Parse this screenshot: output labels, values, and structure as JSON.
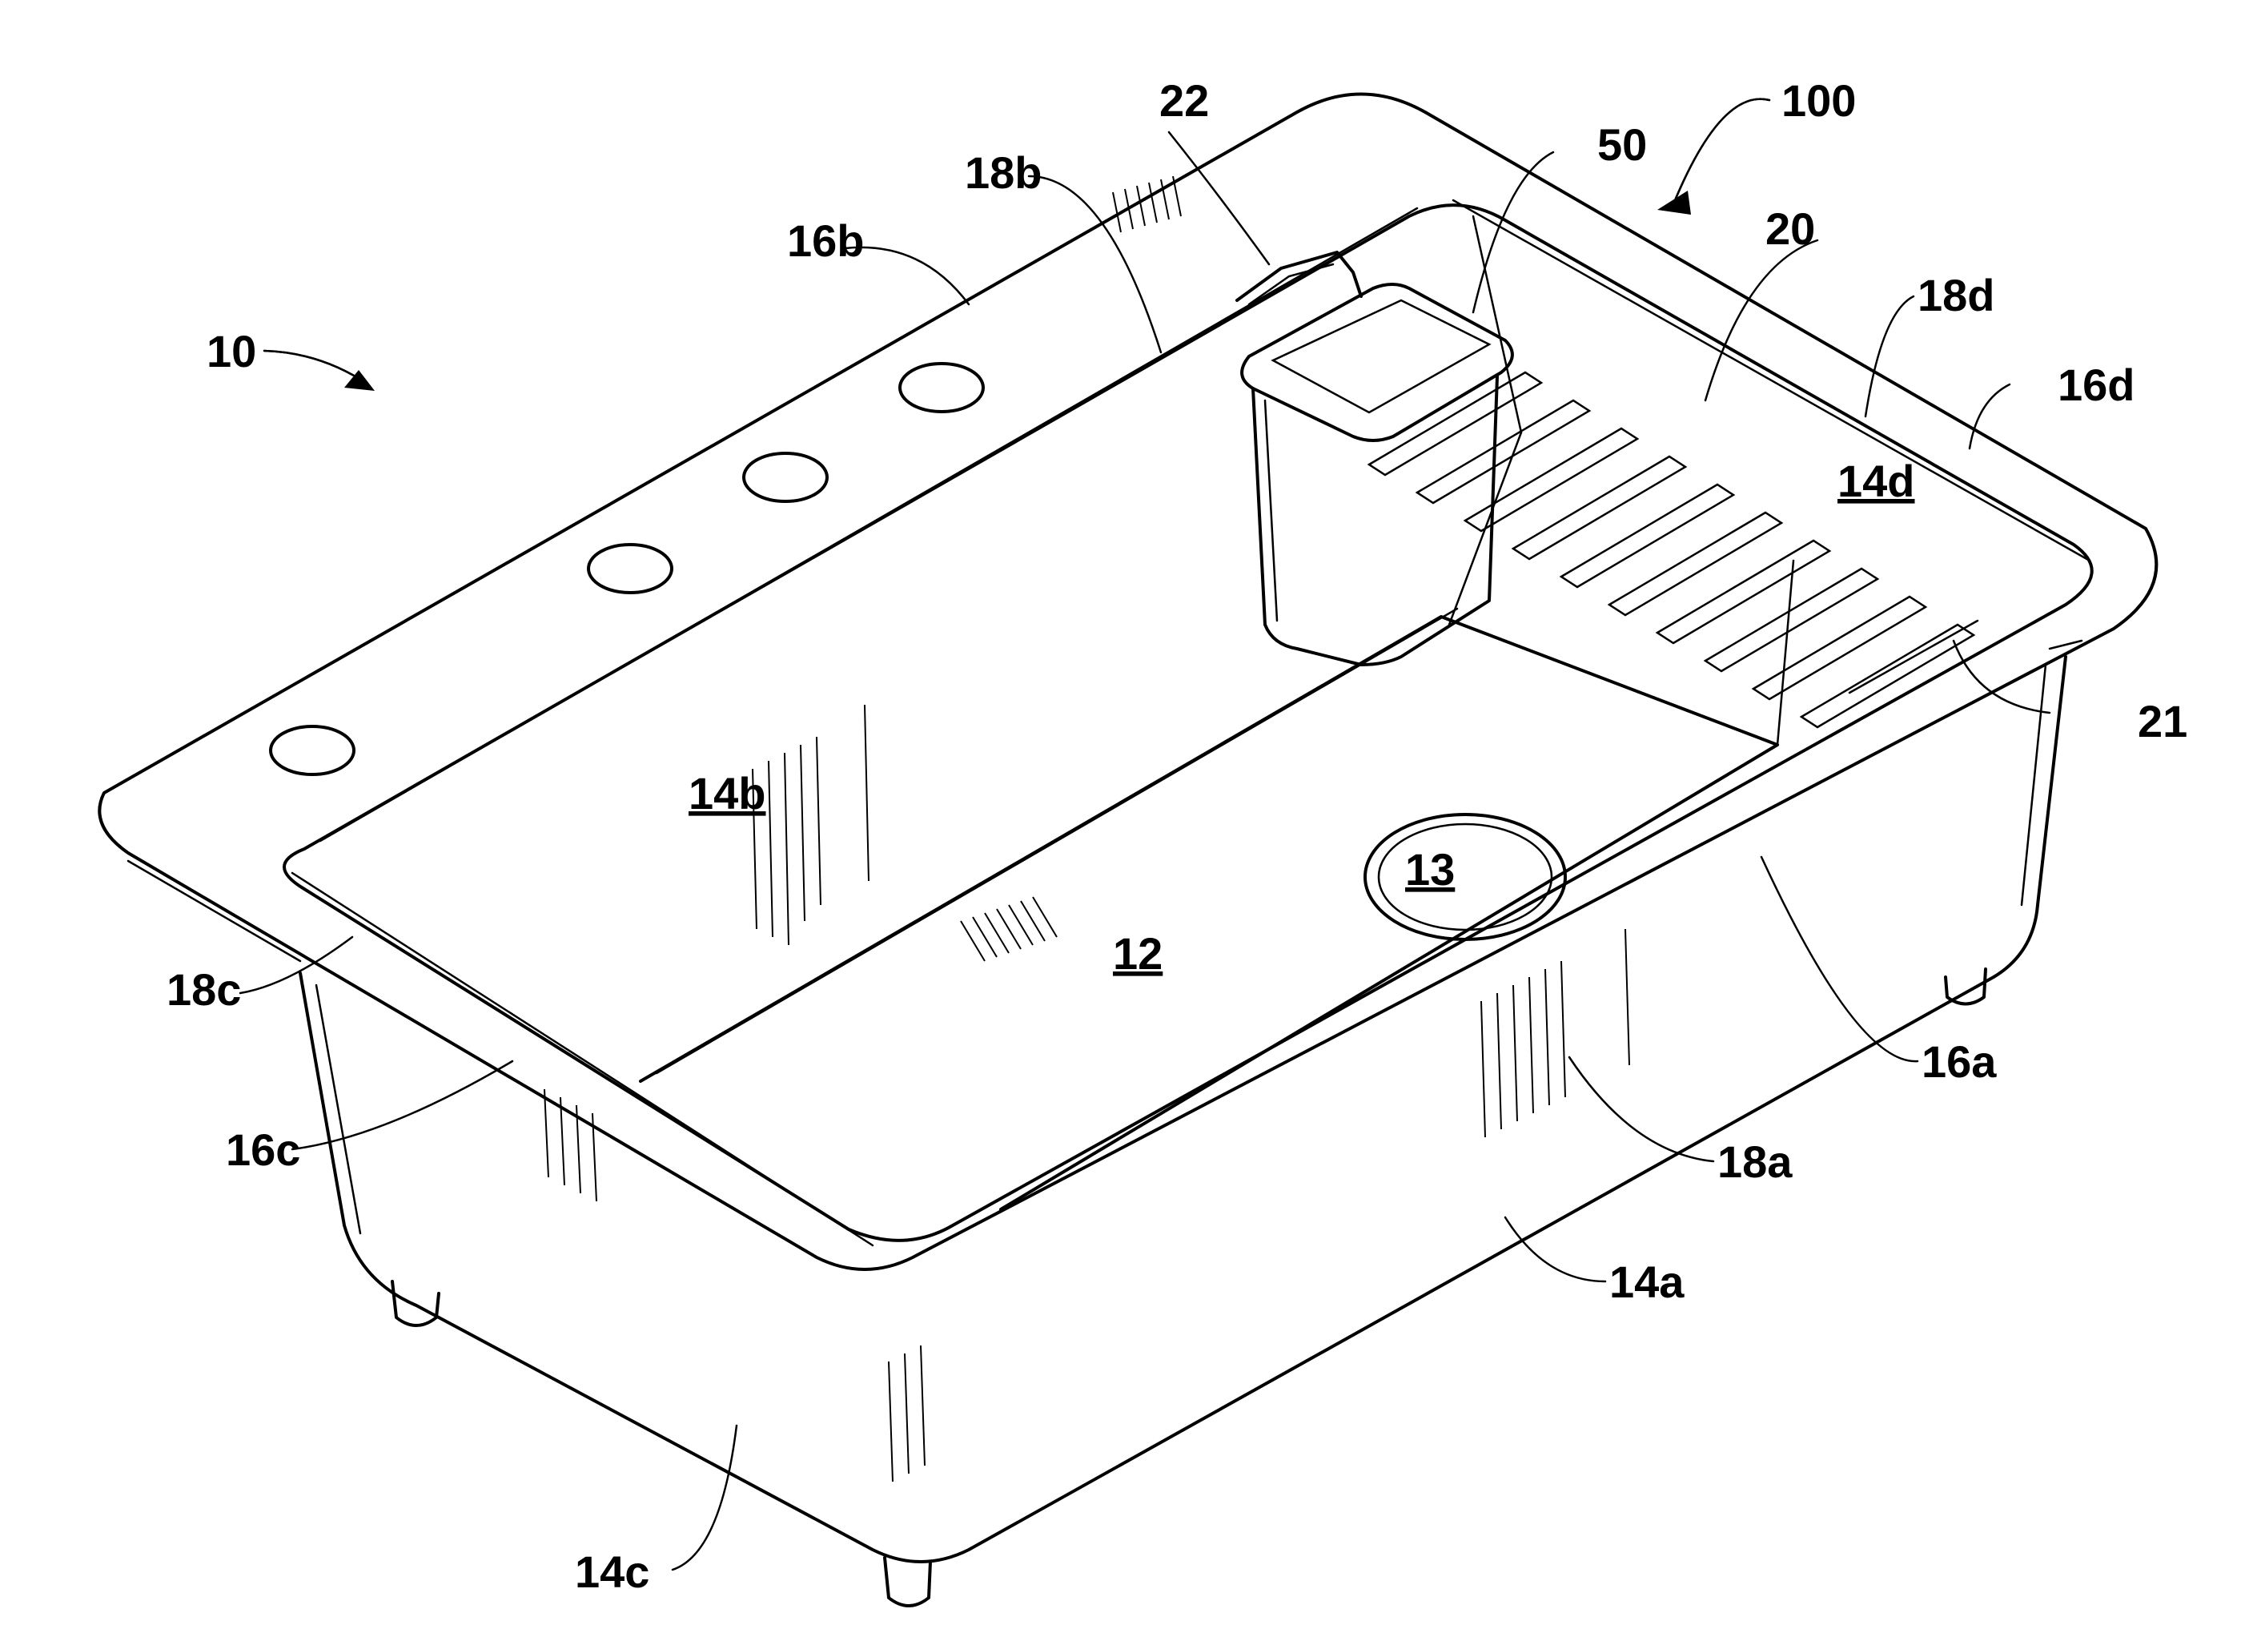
{
  "labels": {
    "ref_10": "10",
    "ref_100": "100",
    "ref_12": "12",
    "ref_13": "13",
    "ref_14a": "14a",
    "ref_14b": "14b",
    "ref_14c": "14c",
    "ref_14d": "14d",
    "ref_16a": "16a",
    "ref_16b": "16b",
    "ref_16c": "16c",
    "ref_16d": "16d",
    "ref_18a": "18a",
    "ref_18b": "18b",
    "ref_18c": "18c",
    "ref_18d": "18d",
    "ref_20": "20",
    "ref_21": "21",
    "ref_22": "22",
    "ref_50": "50"
  }
}
